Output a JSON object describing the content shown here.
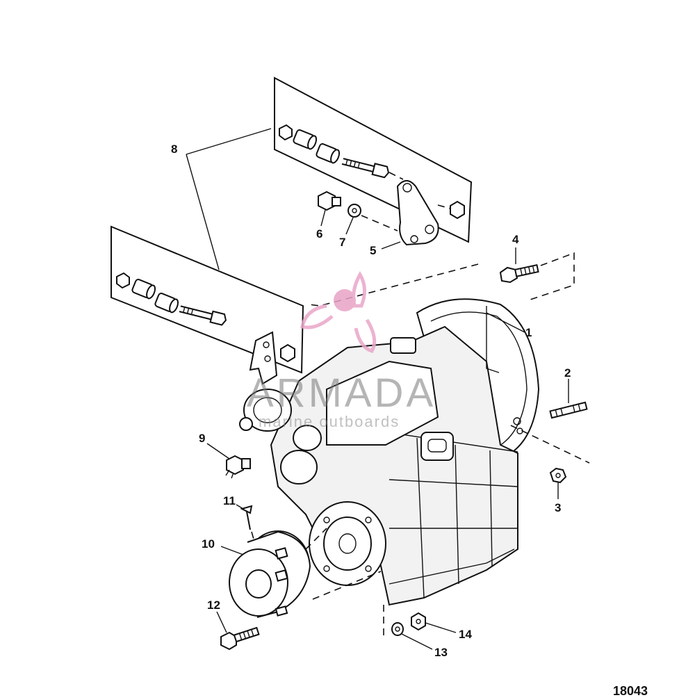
{
  "figure_number": "18043",
  "callouts": [
    {
      "id": "1",
      "label": "1"
    },
    {
      "id": "2",
      "label": "2"
    },
    {
      "id": "3",
      "label": "3"
    },
    {
      "id": "4",
      "label": "4"
    },
    {
      "id": "5",
      "label": "5"
    },
    {
      "id": "6",
      "label": "6"
    },
    {
      "id": "7",
      "label": "7"
    },
    {
      "id": "8",
      "label": "8"
    },
    {
      "id": "9",
      "label": "9"
    },
    {
      "id": "10",
      "label": "10"
    },
    {
      "id": "11",
      "label": "11"
    },
    {
      "id": "12",
      "label": "12"
    },
    {
      "id": "13",
      "label": "13"
    },
    {
      "id": "14",
      "label": "14"
    }
  ],
  "watermark": {
    "word": "ARMADA",
    "subtitle": "marine outboards",
    "accent_color": "#e9a6c8"
  },
  "line_color": "#111111",
  "background_color": "#ffffff"
}
